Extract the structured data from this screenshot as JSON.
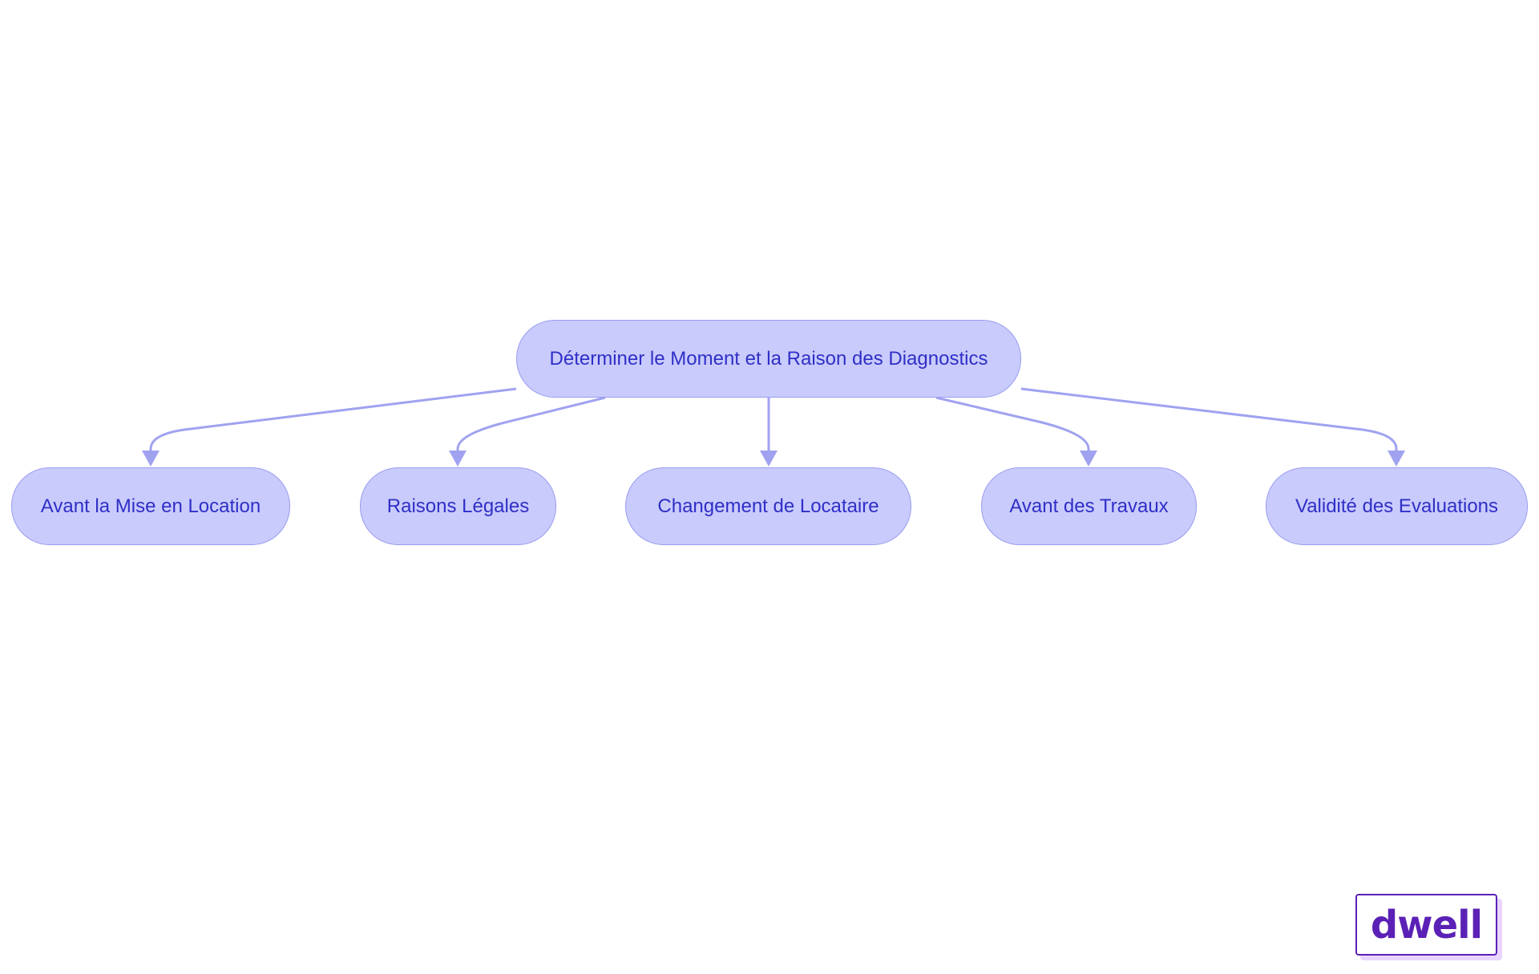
{
  "diagram": {
    "root": {
      "label": "Déterminer le Moment et la Raison des Diagnostics"
    },
    "children": [
      {
        "label": "Avant la Mise en Location"
      },
      {
        "label": "Raisons Légales"
      },
      {
        "label": "Changement de Locataire"
      },
      {
        "label": "Avant des Travaux"
      },
      {
        "label": "Validité des Evaluations"
      }
    ],
    "colors": {
      "node_fill": "#c9cbfc",
      "node_stroke": "#9a9cf0",
      "text": "#2f2fc7",
      "edge": "#a0a2f0"
    }
  },
  "logo": {
    "text": "dwell",
    "color": "#5b21b6"
  }
}
